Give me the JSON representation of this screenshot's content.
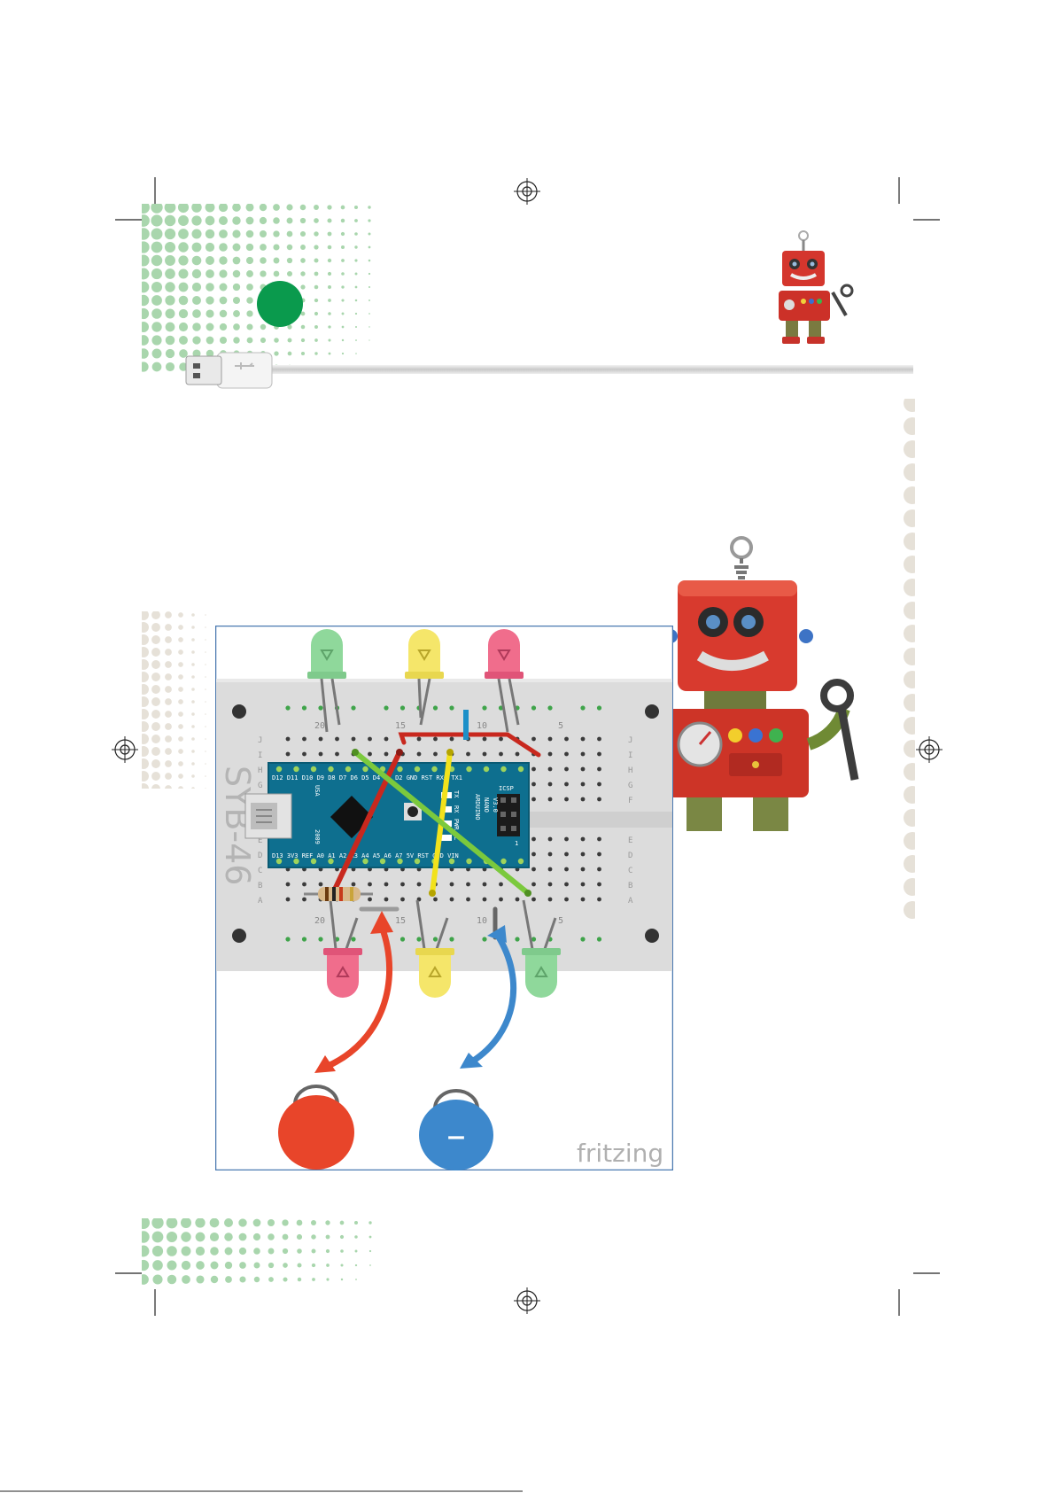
{
  "colors": {
    "accent_green": "#0a9a4d",
    "dot_green": "#a9d6ad",
    "dot_beige": "#e6e1d8",
    "breadboard": "#dcdcdc",
    "arduino_blue": "#0e6f8f",
    "led_green": "#8fd89b",
    "led_yellow": "#f5e66a",
    "led_red": "#f06d8c",
    "wire_red": "#c8281e",
    "wire_yellow": "#f2e21c",
    "wire_green": "#7bc93d",
    "arrow_red": "#e8452a",
    "arrow_blue": "#3d88cc"
  },
  "icons": {
    "registration_mark": "registration-mark-icon",
    "usb_plug": "usb-plug-icon",
    "robot": "robot-icon",
    "wrench": "wrench-icon",
    "minus": "minus-icon"
  },
  "diagram": {
    "breadboard_label": "SYB-46",
    "watermark": "fritzing",
    "minus_symbol": "–",
    "column_numbers": [
      "20",
      "15",
      "10",
      "5"
    ],
    "row_letters_top": [
      "J",
      "I",
      "H",
      "G",
      "F"
    ],
    "row_letters_bottom": [
      "E",
      "D",
      "C",
      "B",
      "A"
    ],
    "board_lines": {
      "header_top": "D12 D11 D10 D9  D8  D7  D6  D5  D4  D3  D2  GND RST RX0 TX1",
      "header_bottom": "D13 3V3 REF A0  A1  A2  A3  A4  A5  A6  A7  5V  RST GND VIN",
      "name_1": "ARDUINO",
      "name_2": "NANO",
      "name_3": "V3.0",
      "usa": "USA",
      "year": "2009",
      "icsp": "ICSP",
      "pin_one": "1",
      "side_labels": [
        "TX",
        "RX",
        "PWR",
        "L"
      ]
    }
  }
}
